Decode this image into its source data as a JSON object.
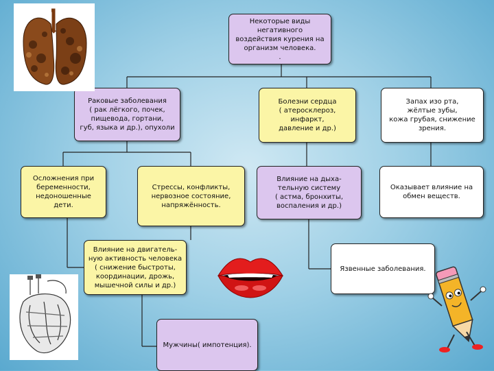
{
  "diagram": {
    "root": "Некоторые виды\nнегативного\nвоздействия курения на\nорганизм человека.\n.",
    "nodes": {
      "cancer": "Раковые заболевания\n( рак лёгкого, почек,\nпищевода, гортани,\nгуб, языка  и др.), опухоли",
      "heart": "Болезни сердца\n( атеросклероз,\nинфаркт,\nдавление и др.)",
      "teeth": "Запах изо рта,\nжёлтые зубы,\nкожа грубая, снижение\nзрения.",
      "pregnancy": "Осложнения при\nбеременности,\nнедоношенные\nдети.",
      "stress": "Стрессы, конфликты,\nнервозное состояние,\nнапряжённость.",
      "breathing": "Влияние на дыха-\nтельную систему\n( астма, бронхиты,\nвоспаления и др.)",
      "metabolism": "Оказывает влияние на\nобмен веществ.",
      "motor": "Влияние на двигатель-\nную активность человека\n( снижение быстроты,\nкоординации, дрожь,\nмышечной силы и др.)",
      "ulcer": "Язвенные заболевания.",
      "men": "Мужчины( импотенция)."
    }
  },
  "colors": {
    "background": "#9fd0e6",
    "violet_box": "#dcc6ee",
    "yellow_box": "#fbf5a6",
    "white_box": "#ffffff"
  },
  "images": [
    "lungs-image",
    "heart-image",
    "lips-image",
    "pencil-character-image"
  ]
}
